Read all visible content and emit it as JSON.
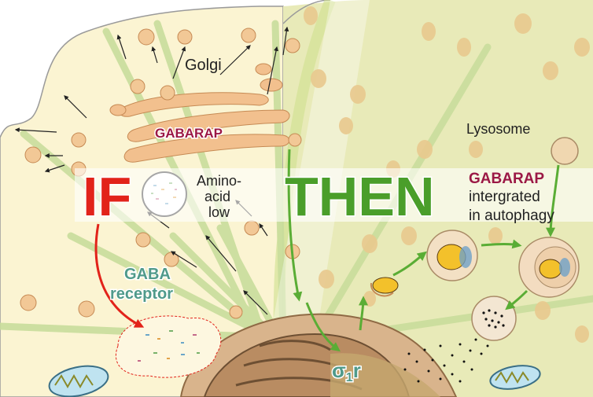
{
  "labels": {
    "golgi": "Golgi",
    "gabarap_left": "GABARAP",
    "lysosome": "Lysosome",
    "if": "IF",
    "amino_line1": "Amino-",
    "amino_line2": "acid",
    "amino_line3": "low",
    "then": "THEN",
    "gabarap_right": "GABARAP",
    "integrated_line1": "intergrated",
    "integrated_line2": "in autophagy",
    "gaba_line1": "GABA",
    "gaba_line2": "receptor",
    "sigma_main": "σ",
    "sigma_sub": "1",
    "sigma_r": "r"
  },
  "colors": {
    "cell_left": "#fbf4d2",
    "cell_right": "#e8eab8",
    "microtubule": "#c9dd9c",
    "vesicle": "#f2c896",
    "vesicle_stroke": "#c68a54",
    "golgi": "#f2c08e",
    "gabarap_text": "#9b1845",
    "if_red": "#e2231a",
    "then_green": "#4a9e2a",
    "receptor_text": "#4f9a8a",
    "nucleus": "#a47a53",
    "arrow_green": "#5aad35",
    "arrow_red": "#e2231a"
  }
}
